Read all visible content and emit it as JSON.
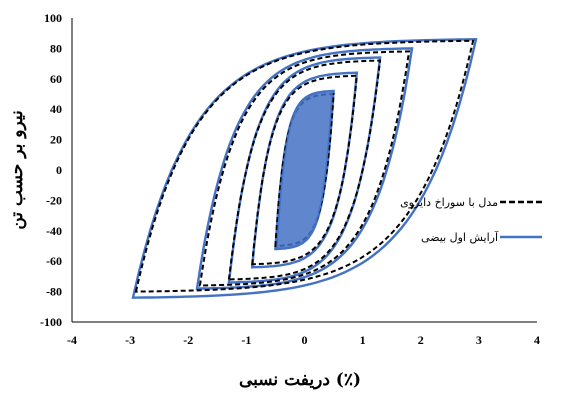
{
  "chart_data": {
    "type": "line",
    "xlabel": "دریفت نسبی (٪)",
    "ylabel": "نیرو بر حسب تن",
    "xlim": [
      -4,
      4
    ],
    "ylim": [
      -100,
      100
    ],
    "xticks": [
      -4,
      -3,
      -2,
      -1,
      0,
      1,
      2,
      3,
      4
    ],
    "yticks": [
      -100,
      -80,
      -60,
      -40,
      -20,
      0,
      20,
      40,
      60,
      80,
      100
    ],
    "grid": false,
    "legend_position": "right",
    "series": [
      {
        "name": "مدل با سوراخ دایروی",
        "color": "#000000",
        "style": "dashed",
        "loops": [
          {
            "dmax": 0.5,
            "fmax": 50,
            "fmin": -50,
            "fy": 20
          },
          {
            "dmax": 0.9,
            "fmax": 62,
            "fmin": -62,
            "fy": 30
          },
          {
            "dmax": 1.3,
            "fmax": 72,
            "fmin": -72,
            "fy": 38
          },
          {
            "dmax": 1.8,
            "fmax": 78,
            "fmin": -76,
            "fy": 42
          },
          {
            "dmax": 2.9,
            "fmax": 85,
            "fmin": -80,
            "fy": 46
          }
        ]
      },
      {
        "name": "آرایش اول بیضی",
        "color": "#4472C4",
        "style": "solid",
        "loops": [
          {
            "dmax": 0.5,
            "fmax": 52,
            "fmin": -52,
            "fy": 20
          },
          {
            "dmax": 0.9,
            "fmax": 64,
            "fmin": -64,
            "fy": 30
          },
          {
            "dmax": 1.3,
            "fmax": 74,
            "fmin": -74,
            "fy": 38
          },
          {
            "dmax": 1.85,
            "fmax": 80,
            "fmin": -78,
            "fy": 42
          },
          {
            "dmax": 2.95,
            "fmax": 86,
            "fmin": -84,
            "fy": 46
          }
        ]
      }
    ]
  }
}
